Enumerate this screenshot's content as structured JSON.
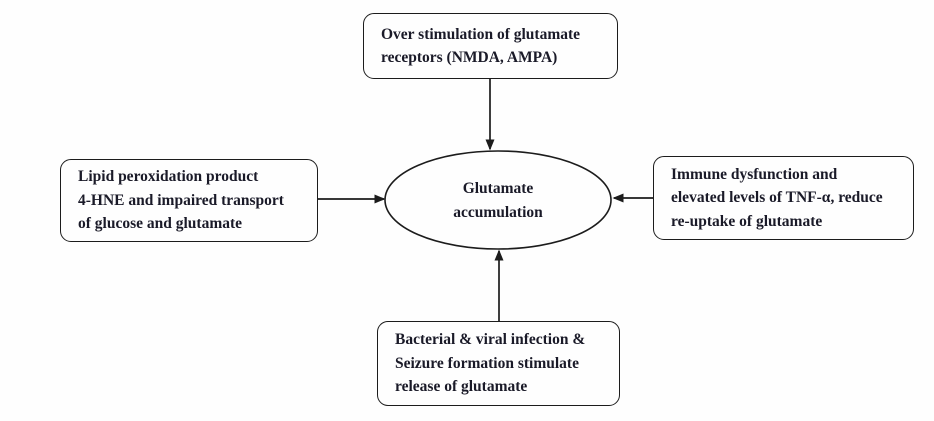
{
  "diagram": {
    "center": {
      "label": "Glutamate\naccumulation"
    },
    "nodes": {
      "top": {
        "label": "Over stimulation of glutamate\nreceptors (NMDA, AMPA)"
      },
      "left": {
        "label": "Lipid peroxidation product\n4-HNE and impaired transport\nof glucose and glutamate"
      },
      "right": {
        "label": "Immune dysfunction and\nelevated levels of TNF-α, reduce\nre-uptake of glutamate"
      },
      "bottom": {
        "label": "Bacterial & viral infection &\nSeizure formation stimulate\nrelease of glutamate"
      }
    },
    "arrows": [
      {
        "from": "top-box",
        "to": "center-ellipse",
        "direction": "down"
      },
      {
        "from": "left-box",
        "to": "center-ellipse",
        "direction": "right"
      },
      {
        "from": "right-box",
        "to": "center-ellipse",
        "direction": "left"
      },
      {
        "from": "bottom-box",
        "to": "center-ellipse",
        "direction": "up"
      }
    ],
    "colors": {
      "background": "#fefefe",
      "stroke": "#1c1c1c",
      "text": "#1a1a28"
    }
  }
}
